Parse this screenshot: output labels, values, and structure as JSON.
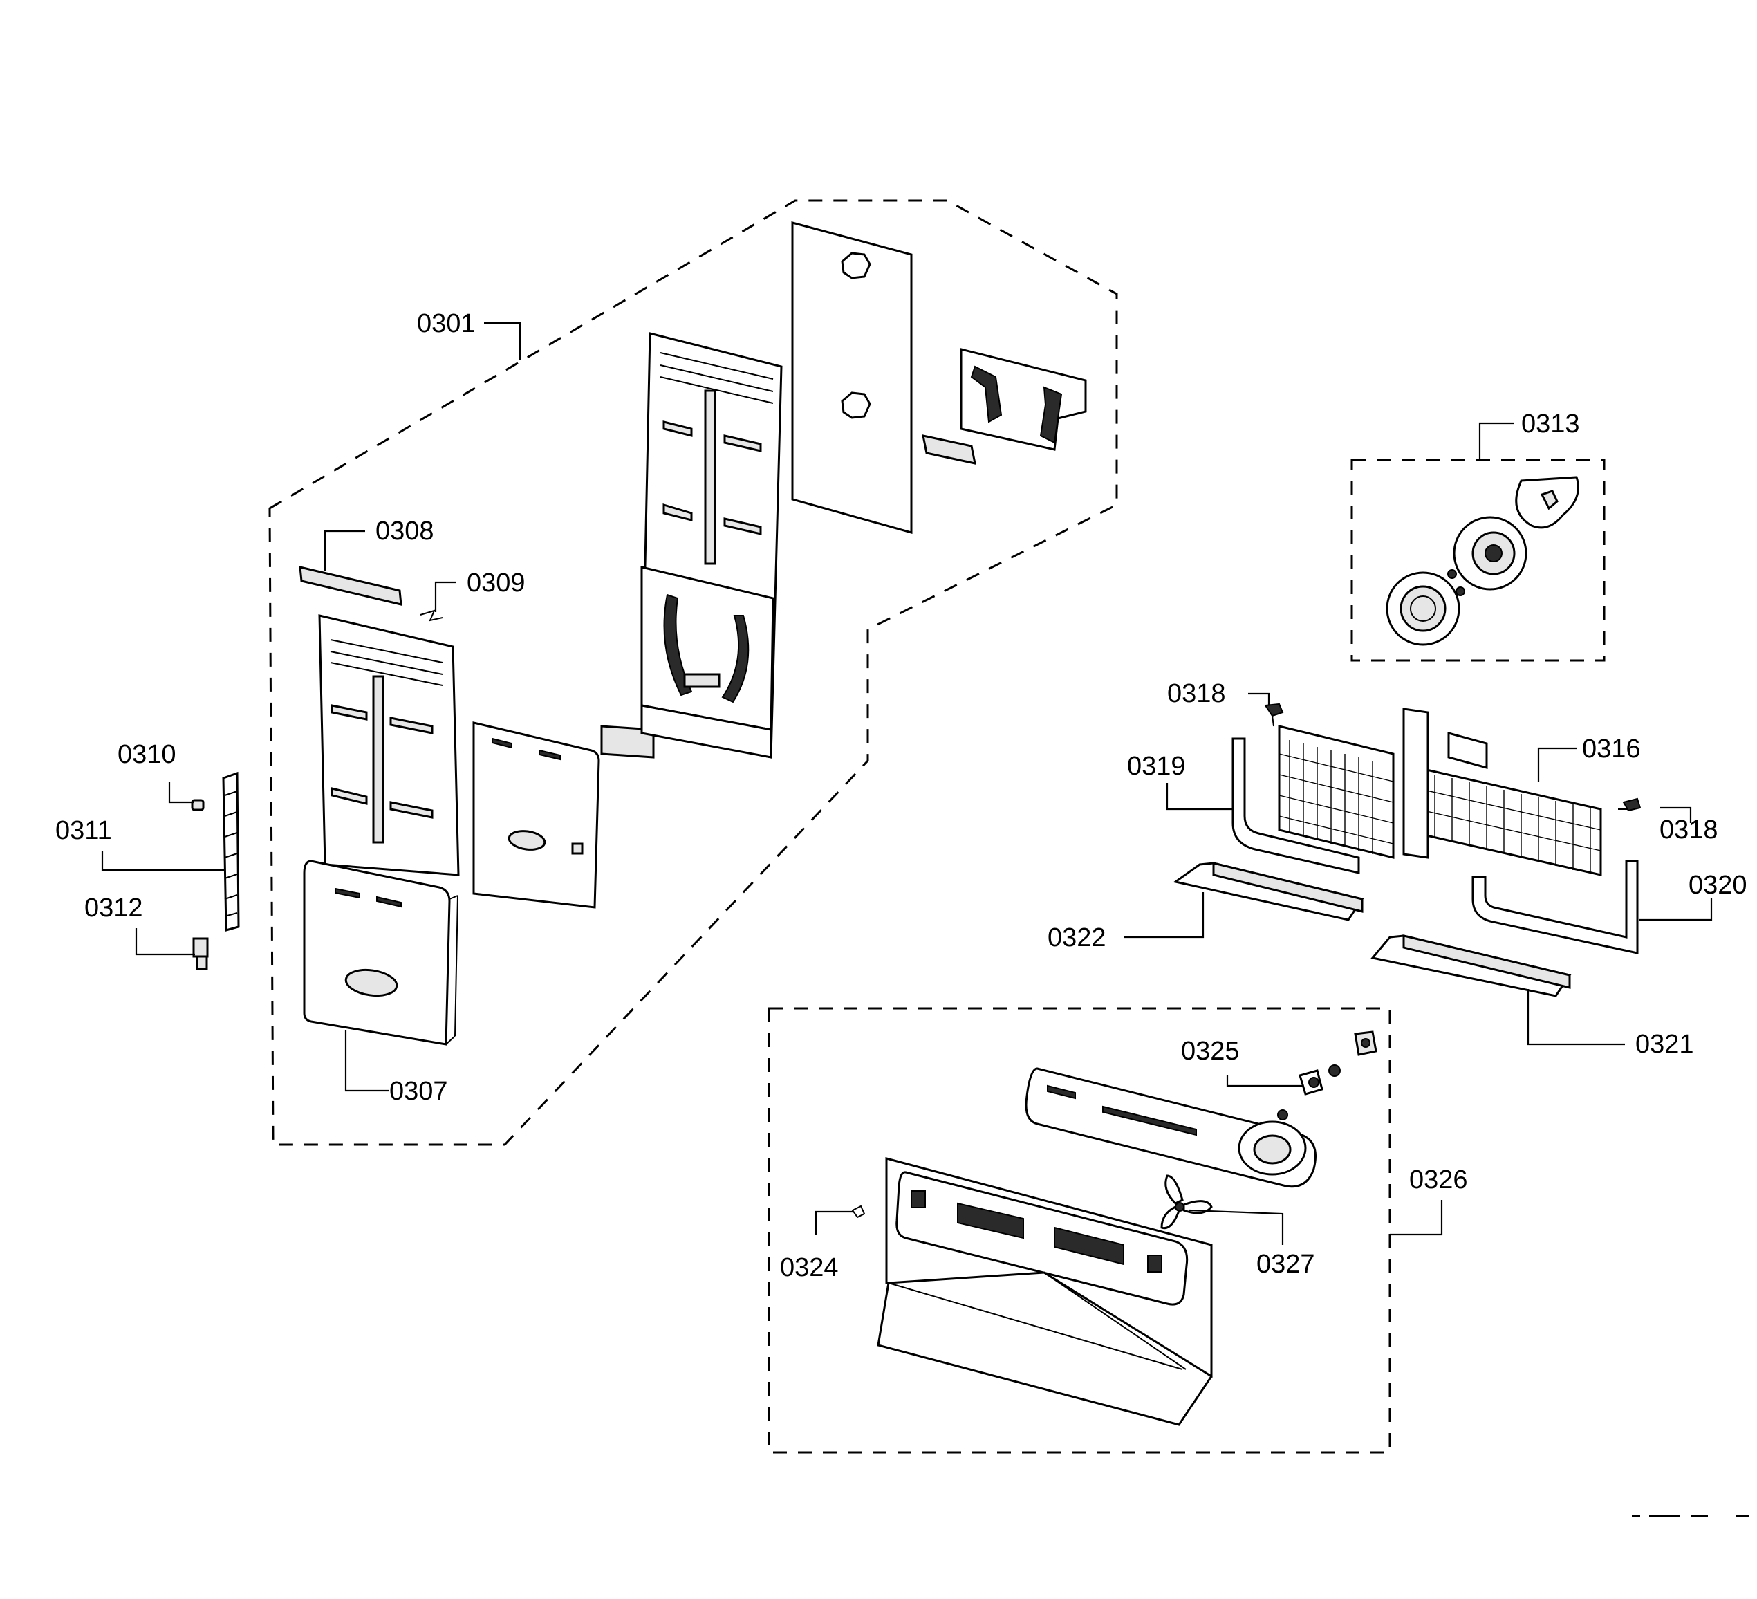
{
  "labels": {
    "p0301": "0301",
    "p0307": "0307",
    "p0308": "0308",
    "p0309": "0309",
    "p0310": "0310",
    "p0311": "0311",
    "p0312": "0312",
    "p0313": "0313",
    "p0316": "0316",
    "p0318a": "0318",
    "p0318b": "0318",
    "p0319": "0319",
    "p0320": "0320",
    "p0321": "0321",
    "p0322": "0322",
    "p0324": "0324",
    "p0325": "0325",
    "p0326": "0326",
    "p0327": "0327"
  }
}
